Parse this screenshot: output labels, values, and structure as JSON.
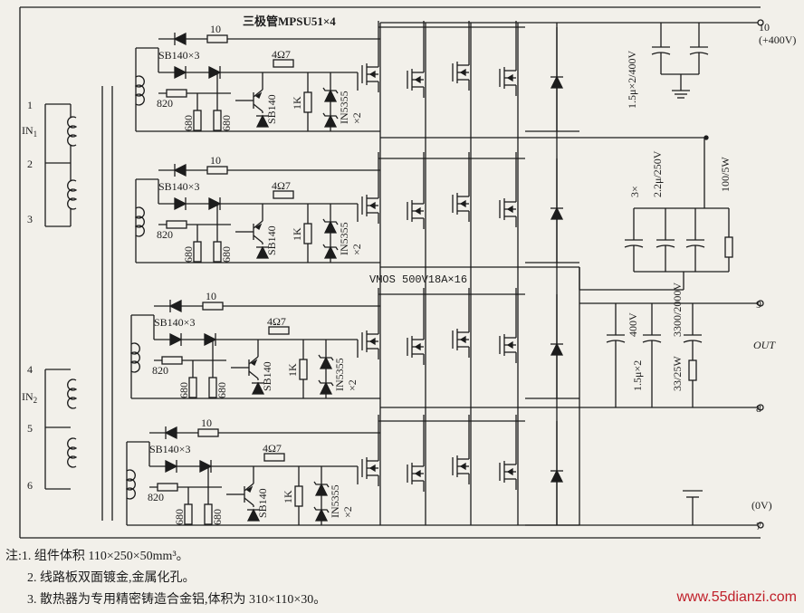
{
  "labels": {
    "transistor_note": "三极管MPSU51×4",
    "vmos_note": "VMOS 500V18A×16",
    "sb140x3": "SB140×3",
    "r10": "10",
    "r47": "4Ω7",
    "r820": "820",
    "r680": "680",
    "sb140": "SB140",
    "r1k": "1K",
    "in5355": "IN5355",
    "x2": "×2",
    "cap_top": "1.5μ×2/400V",
    "cap_mid_count": "3×",
    "cap_mid": "2.2μ/250V",
    "res_100_5w": "100/5W",
    "cap_out_400v": "400V",
    "cap_out_15": "1.5μ×2",
    "cap_out_3300": "3300/2000V",
    "res_33_25w": "33/25W"
  },
  "terminals": {
    "t10": "10",
    "t10_volt": "(+400V)",
    "t9": "9",
    "t_out": "OUT",
    "t8": "8",
    "t0v": "(0V)",
    "t7": "7",
    "t1": "1",
    "in1": "IN",
    "in1_sub": "1",
    "t2": "2",
    "t3": "3",
    "t4": "4",
    "in2": "IN",
    "in2_sub": "2",
    "t5": "5",
    "t6": "6"
  },
  "notes": {
    "n1": "注:1. 组件体积 110×250×50mm³。",
    "n2": "2. 线路板双面镀金,金属化孔。",
    "n3": "3. 散热器为专用精密铸造合金铝,体积为 310×110×30。"
  },
  "watermark": "www.55dianzi.com",
  "colors": {
    "ink": "#1c1c1c",
    "paper": "#f2f0ea",
    "watermark": "#c0202a"
  }
}
